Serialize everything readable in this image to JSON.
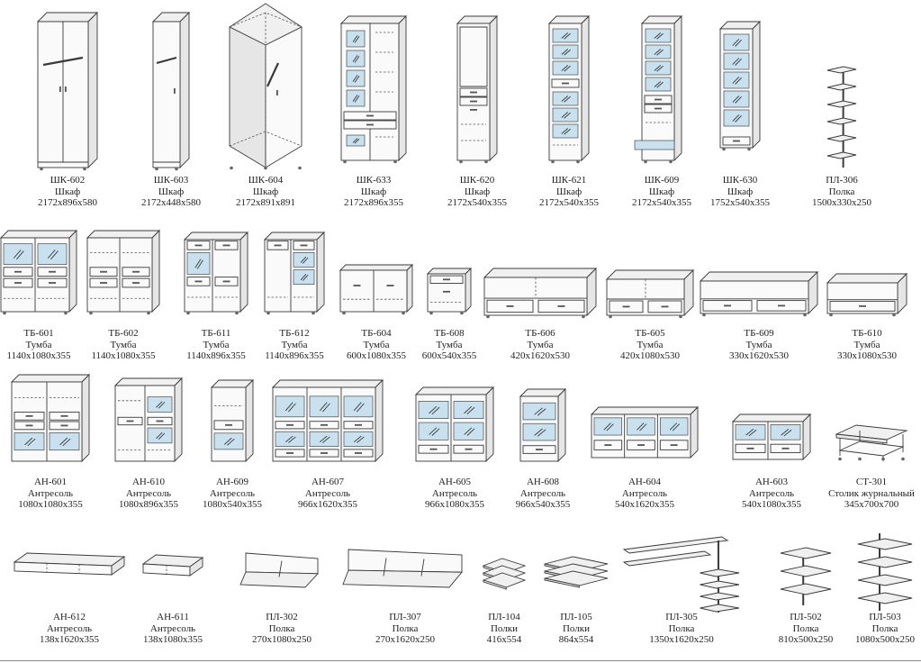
{
  "catalog": {
    "items": [
      {
        "code": "ШК-602",
        "name": "Шкаф",
        "size": "2172x896x580"
      },
      {
        "code": "ШК-603",
        "name": "Шкаф",
        "size": "2172x448x580"
      },
      {
        "code": "ШК-604",
        "name": "Шкаф",
        "size": "2172x891x891"
      },
      {
        "code": "ШК-633",
        "name": "Шкаф",
        "size": "2172x896x355"
      },
      {
        "code": "ШК-620",
        "name": "Шкаф",
        "size": "2172x540x355"
      },
      {
        "code": "ШК-621",
        "name": "Шкаф",
        "size": "2172x540x355"
      },
      {
        "code": "ШК-609",
        "name": "Шкаф",
        "size": "2172x540x355"
      },
      {
        "code": "ШК-630",
        "name": "Шкаф",
        "size": "1752x540x355"
      },
      {
        "code": "ПЛ-306",
        "name": "Полка",
        "size": "1500x330x250"
      },
      {
        "code": "ТБ-601",
        "name": "Тумба",
        "size": "1140x1080x355"
      },
      {
        "code": "ТБ-602",
        "name": "Тумба",
        "size": "1140x1080x355"
      },
      {
        "code": "ТБ-611",
        "name": "Тумба",
        "size": "1140x896x355"
      },
      {
        "code": "ТБ-612",
        "name": "Тумба",
        "size": "1140x896x355"
      },
      {
        "code": "ТБ-604",
        "name": "Тумба",
        "size": "600x1080x355"
      },
      {
        "code": "ТБ-608",
        "name": "Тумба",
        "size": "600x540x355"
      },
      {
        "code": "ТБ-606",
        "name": "Тумба",
        "size": "420x1620x530"
      },
      {
        "code": "ТБ-605",
        "name": "Тумба",
        "size": "420x1080x530"
      },
      {
        "code": "ТБ-609",
        "name": "Тумба",
        "size": "330x1620x530"
      },
      {
        "code": "ТБ-610",
        "name": "Тумба",
        "size": "330x1080x530"
      },
      {
        "code": "АН-601",
        "name": "Антресоль",
        "size": "1080x1080x355"
      },
      {
        "code": "АН-610",
        "name": "Антресоль",
        "size": "1080x896x355"
      },
      {
        "code": "АН-609",
        "name": "Антресоль",
        "size": "1080x540x355"
      },
      {
        "code": "АН-607",
        "name": "Антресоль",
        "size": "966x1620x355"
      },
      {
        "code": "АН-605",
        "name": "Антресоль",
        "size": "966x1080x355"
      },
      {
        "code": "АН-608",
        "name": "Антресоль",
        "size": "966x540x355"
      },
      {
        "code": "АН-604",
        "name": "Антресоль",
        "size": "540x1620x355"
      },
      {
        "code": "АН-603",
        "name": "Антресоль",
        "size": "540x1080x355"
      },
      {
        "code": "СТ-301",
        "name": "Столик журнальный",
        "size": "345x700x700"
      },
      {
        "code": "АН-612",
        "name": "Антресоль",
        "size": "138x1620x355"
      },
      {
        "code": "АН-611",
        "name": "Антресоль",
        "size": "138x1080x355"
      },
      {
        "code": "ПЛ-302",
        "name": "Полка",
        "size": "270x1080x250"
      },
      {
        "code": "ПЛ-307",
        "name": "Полка",
        "size": "270x1620x250"
      },
      {
        "code": "ПЛ-104",
        "name": "Полки",
        "size": "416x554"
      },
      {
        "code": "ПЛ-105",
        "name": "Полки",
        "size": "864x554"
      },
      {
        "code": "ПЛ-305",
        "name": "Полка",
        "size": "1350x1620x250"
      },
      {
        "code": "ПЛ-502",
        "name": "Полка",
        "size": "810x500x250"
      },
      {
        "code": "ПЛ-503",
        "name": "Полка",
        "size": "1080x500x250"
      }
    ]
  }
}
